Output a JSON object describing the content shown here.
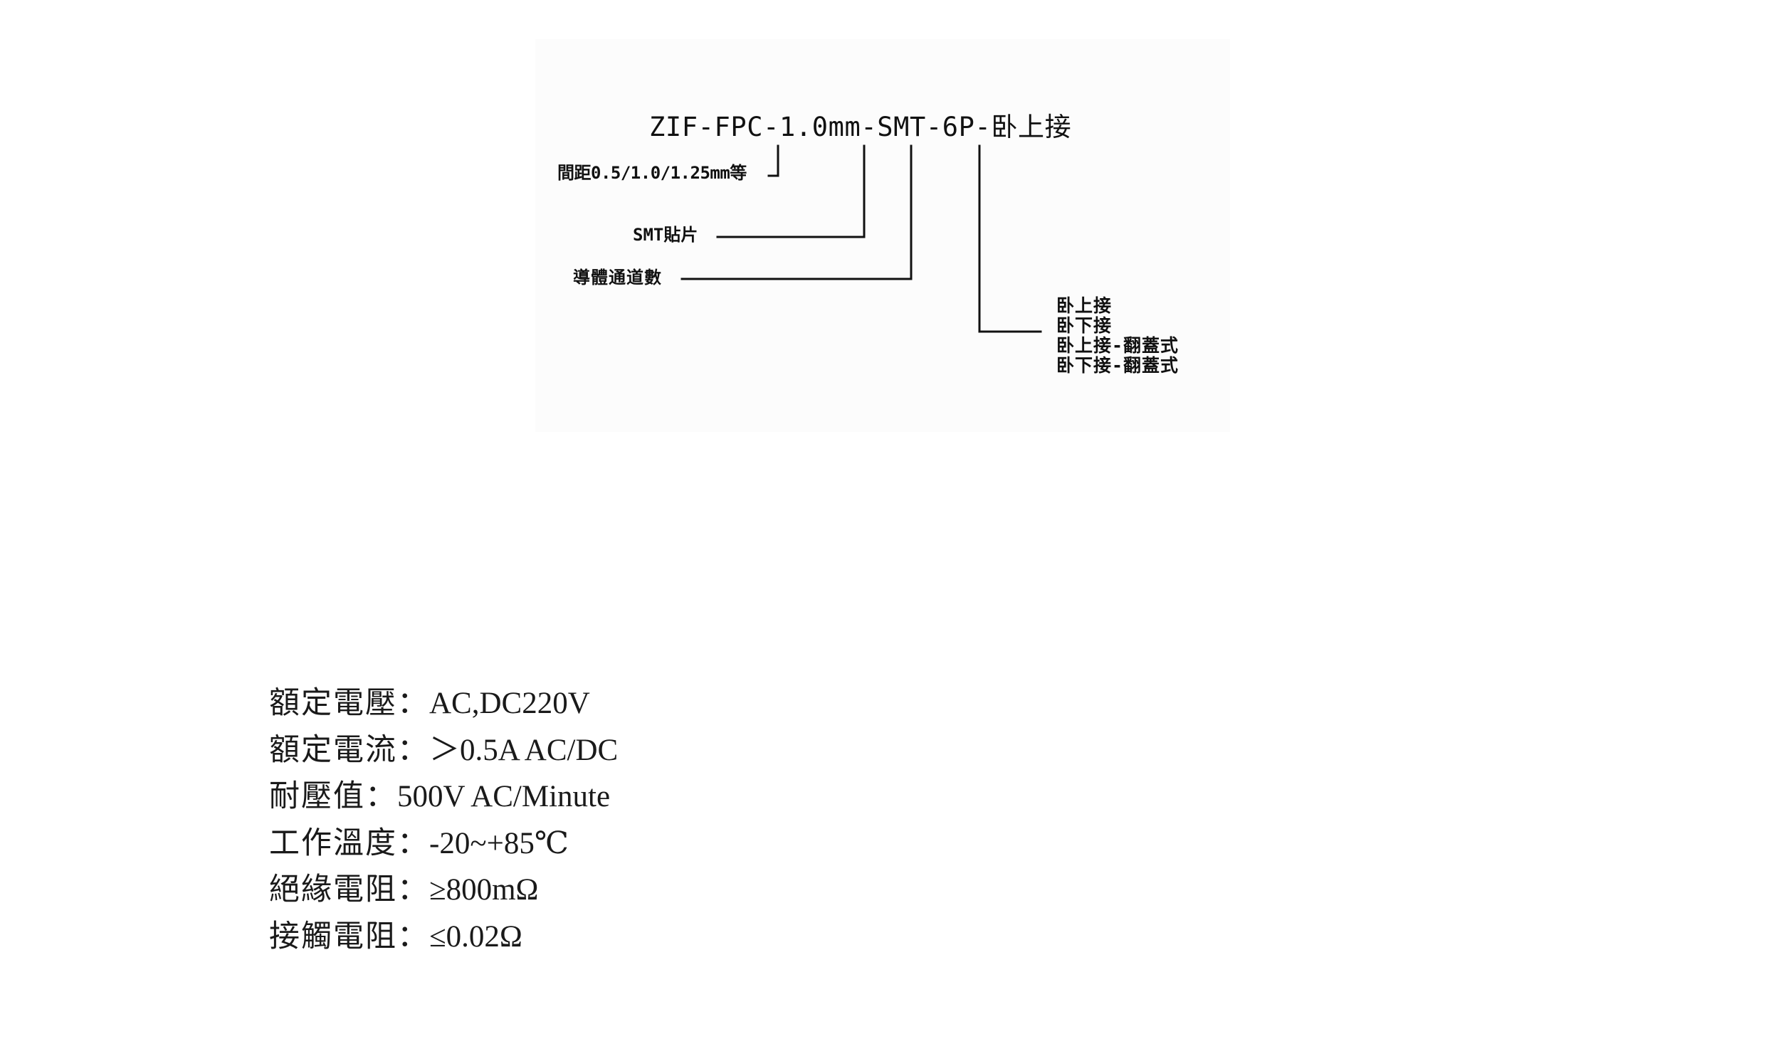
{
  "diagram": {
    "part_number": "ZIF-FPC-1.0mm-SMT-6P-卧上接",
    "annotations": {
      "pitch": "間距0.5/1.0/1.25mm等",
      "mounting": "SMT貼片",
      "conductor_count": "導體通道數"
    },
    "orientation_options": [
      "卧上接",
      "卧下接",
      "卧上接-翻蓋式",
      "卧下接-翻蓋式"
    ]
  },
  "specs": [
    {
      "label": "額定電壓：",
      "value": "AC,DC220V"
    },
    {
      "label": "額定電流：",
      "value": "＞0.5A AC/DC"
    },
    {
      "label": "耐壓值：",
      "value": "500V AC/Minute"
    },
    {
      "label": "工作溫度：",
      "value": "-20~+85℃"
    },
    {
      "label": "絕緣電阻：",
      "value": "≥800mΩ"
    },
    {
      "label": "接觸電阻：",
      "value": "≤0.02Ω"
    }
  ],
  "colors": {
    "text": "#111111",
    "panel_background": "#fcfcfc",
    "page_background": "#ffffff"
  }
}
